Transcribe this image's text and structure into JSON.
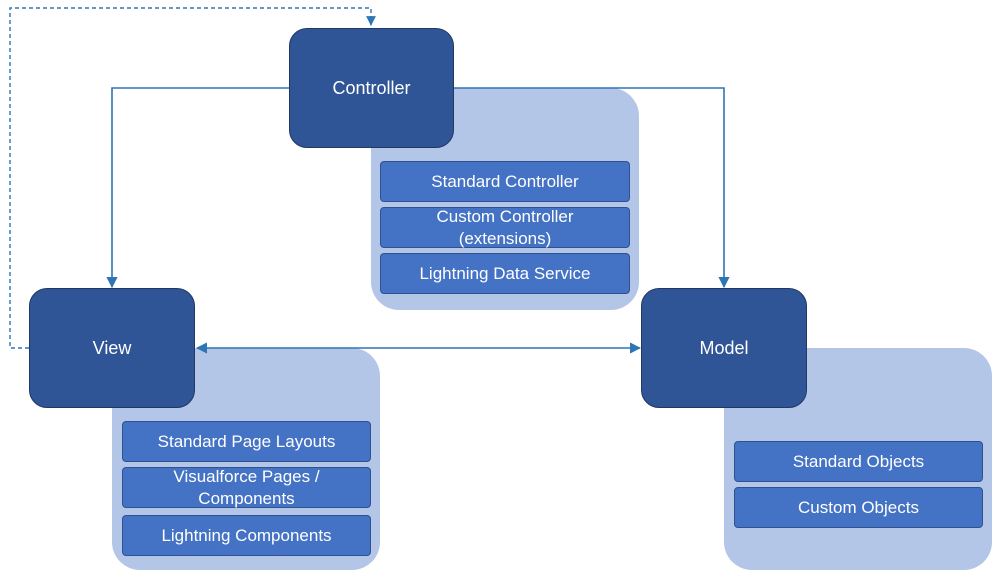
{
  "colors": {
    "node_fill": "#2f5597",
    "panel_fill": "#b4c6e7",
    "item_fill": "#4472c4",
    "connector": "#2e75b6"
  },
  "nodes": {
    "controller": "Controller",
    "view": "View",
    "model": "Model"
  },
  "controller_panel": {
    "items": [
      "Standard Controller",
      "Custom Controller\n(extensions)",
      "Lightning Data Service"
    ]
  },
  "view_panel": {
    "items": [
      "Standard Page Layouts",
      "Visualforce Pages /\nComponents",
      "Lightning Components"
    ]
  },
  "model_panel": {
    "items": [
      "Standard Objects",
      "Custom Objects"
    ]
  }
}
